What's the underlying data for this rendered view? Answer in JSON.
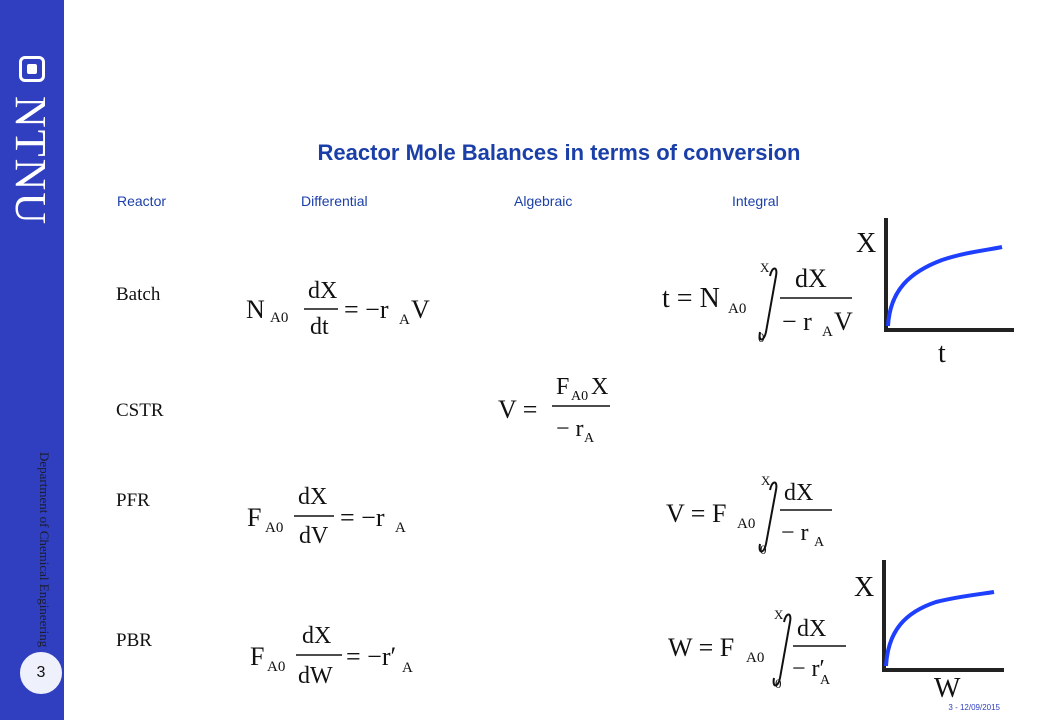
{
  "sidebar": {
    "brand": "NTNU",
    "department": "Department of Chemical Engineering",
    "page_number": "3"
  },
  "slide": {
    "title": "Reactor Mole Balances in terms of conversion",
    "columns": [
      "Reactor",
      "Differential",
      "Algebraic",
      "Integral"
    ],
    "rows": {
      "batch": "Batch",
      "cstr": "CSTR",
      "pfr": "PFR",
      "pbr": "PBR"
    }
  },
  "equations": {
    "batch_differential": {
      "lhs": "N",
      "lhs_sub": "A0",
      "numerator": "dX",
      "denominator": "dt",
      "rhs": "= −r",
      "rhs_sub": "A",
      "rhs_tail": "V"
    },
    "batch_integral": {
      "lhs": "t = N",
      "lhs_sub": "A0",
      "upper": "X",
      "lower": "0",
      "numerator": "dX",
      "denominator": "− r",
      "den_sub": "A",
      "den_tail": "V"
    },
    "cstr_algebraic": {
      "lhs": "V =",
      "numerator": "F",
      "num_sub": "A0",
      "num_tail": "X",
      "denominator": "− r",
      "den_sub": "A"
    },
    "pfr_differential": {
      "lhs": "F",
      "lhs_sub": "A0",
      "numerator": "dX",
      "denominator": "dV",
      "rhs": "= −r",
      "rhs_sub": "A"
    },
    "pfr_integral": {
      "lhs": "V = F",
      "lhs_sub": "A0",
      "upper": "X",
      "lower": "0",
      "numerator": "dX",
      "denominator": "− r",
      "den_sub": "A"
    },
    "pbr_differential": {
      "lhs": "F",
      "lhs_sub": "A0",
      "numerator": "dX",
      "denominator": "dW",
      "rhs": "= −r′",
      "rhs_sub": "A"
    },
    "pbr_integral": {
      "lhs": "W = F",
      "lhs_sub": "A0",
      "upper": "X",
      "lower": "0",
      "numerator": "dX",
      "denominator": "− r′",
      "den_sub": "A"
    }
  },
  "sketches": {
    "batch": {
      "y_label": "X",
      "x_label": "t"
    },
    "pbr": {
      "y_label": "X",
      "x_label": "W"
    },
    "curve_color": "#1f3fff"
  },
  "footer": {
    "text": "3 - 12/09/2015"
  }
}
